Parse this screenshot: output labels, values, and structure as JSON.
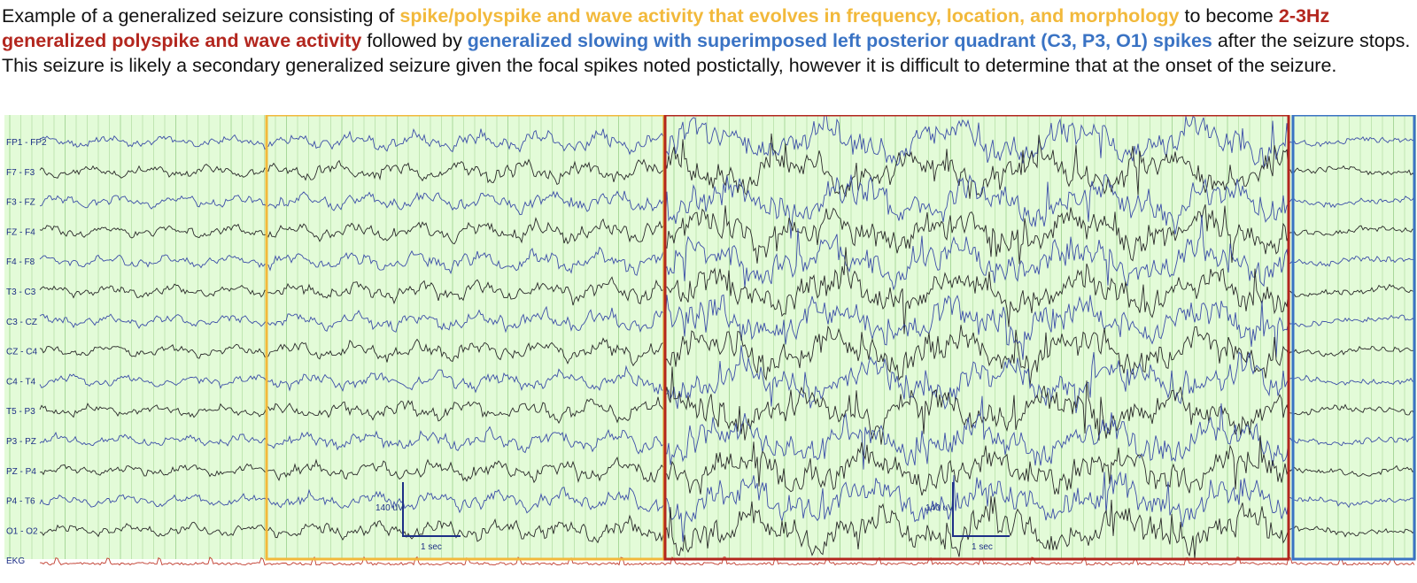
{
  "caption": {
    "segments": [
      {
        "text": "Example of a generalized seizure consisting of ",
        "color": "#111111",
        "bold": false
      },
      {
        "text": "spike/polyspike and wave activity that evolves in frequency, location, and morphology",
        "color": "#f2b93b",
        "bold": true
      },
      {
        "text": " to become ",
        "color": "#111111",
        "bold": false
      },
      {
        "text": "2-3Hz generalized polyspike and wave activity",
        "color": "#b3261e",
        "bold": true
      },
      {
        "text": " followed by ",
        "color": "#111111",
        "bold": false
      },
      {
        "text": "generalized slowing with superimposed left posterior quadrant (C3, P3, O1) spikes",
        "color": "#3a73c4",
        "bold": true
      },
      {
        "text": " after the seizure stops. This seizure is likely a secondary generalized seizure given the focal spikes noted postictally, however it is difficult to determine that at the onset of the seizure.",
        "color": "#111111",
        "bold": false
      }
    ]
  },
  "eeg": {
    "channels": [
      "FP1 - FP2",
      "F7 - F3",
      "F3 - FZ",
      "FZ - F4",
      "F4 - F8",
      "T3 - C3",
      "C3 - CZ",
      "CZ - C4",
      "C4 - T4",
      "T5 - P3",
      "P3 - PZ",
      "PZ - P4",
      "P4 - T6",
      "O1 - O2",
      "EKG"
    ],
    "colors": {
      "background": "#e3fbd8",
      "grid": "#a8d89a",
      "trace_blue": "#3c4ea8",
      "trace_dark": "#2a2a2a",
      "ekg": "#c0392b",
      "label": "#1d2f86"
    },
    "scale_bars": [
      {
        "amplitude_label": "140 uV",
        "time_label": "1 sec"
      },
      {
        "amplitude_label": "140 uV",
        "time_label": "1 sec"
      }
    ],
    "highlight_boxes": [
      {
        "name": "evolving-onset",
        "color": "#f2b93b"
      },
      {
        "name": "polyspike-wave",
        "color": "#b3261e"
      },
      {
        "name": "postictal-slowing",
        "color": "#3a73c4"
      }
    ]
  }
}
